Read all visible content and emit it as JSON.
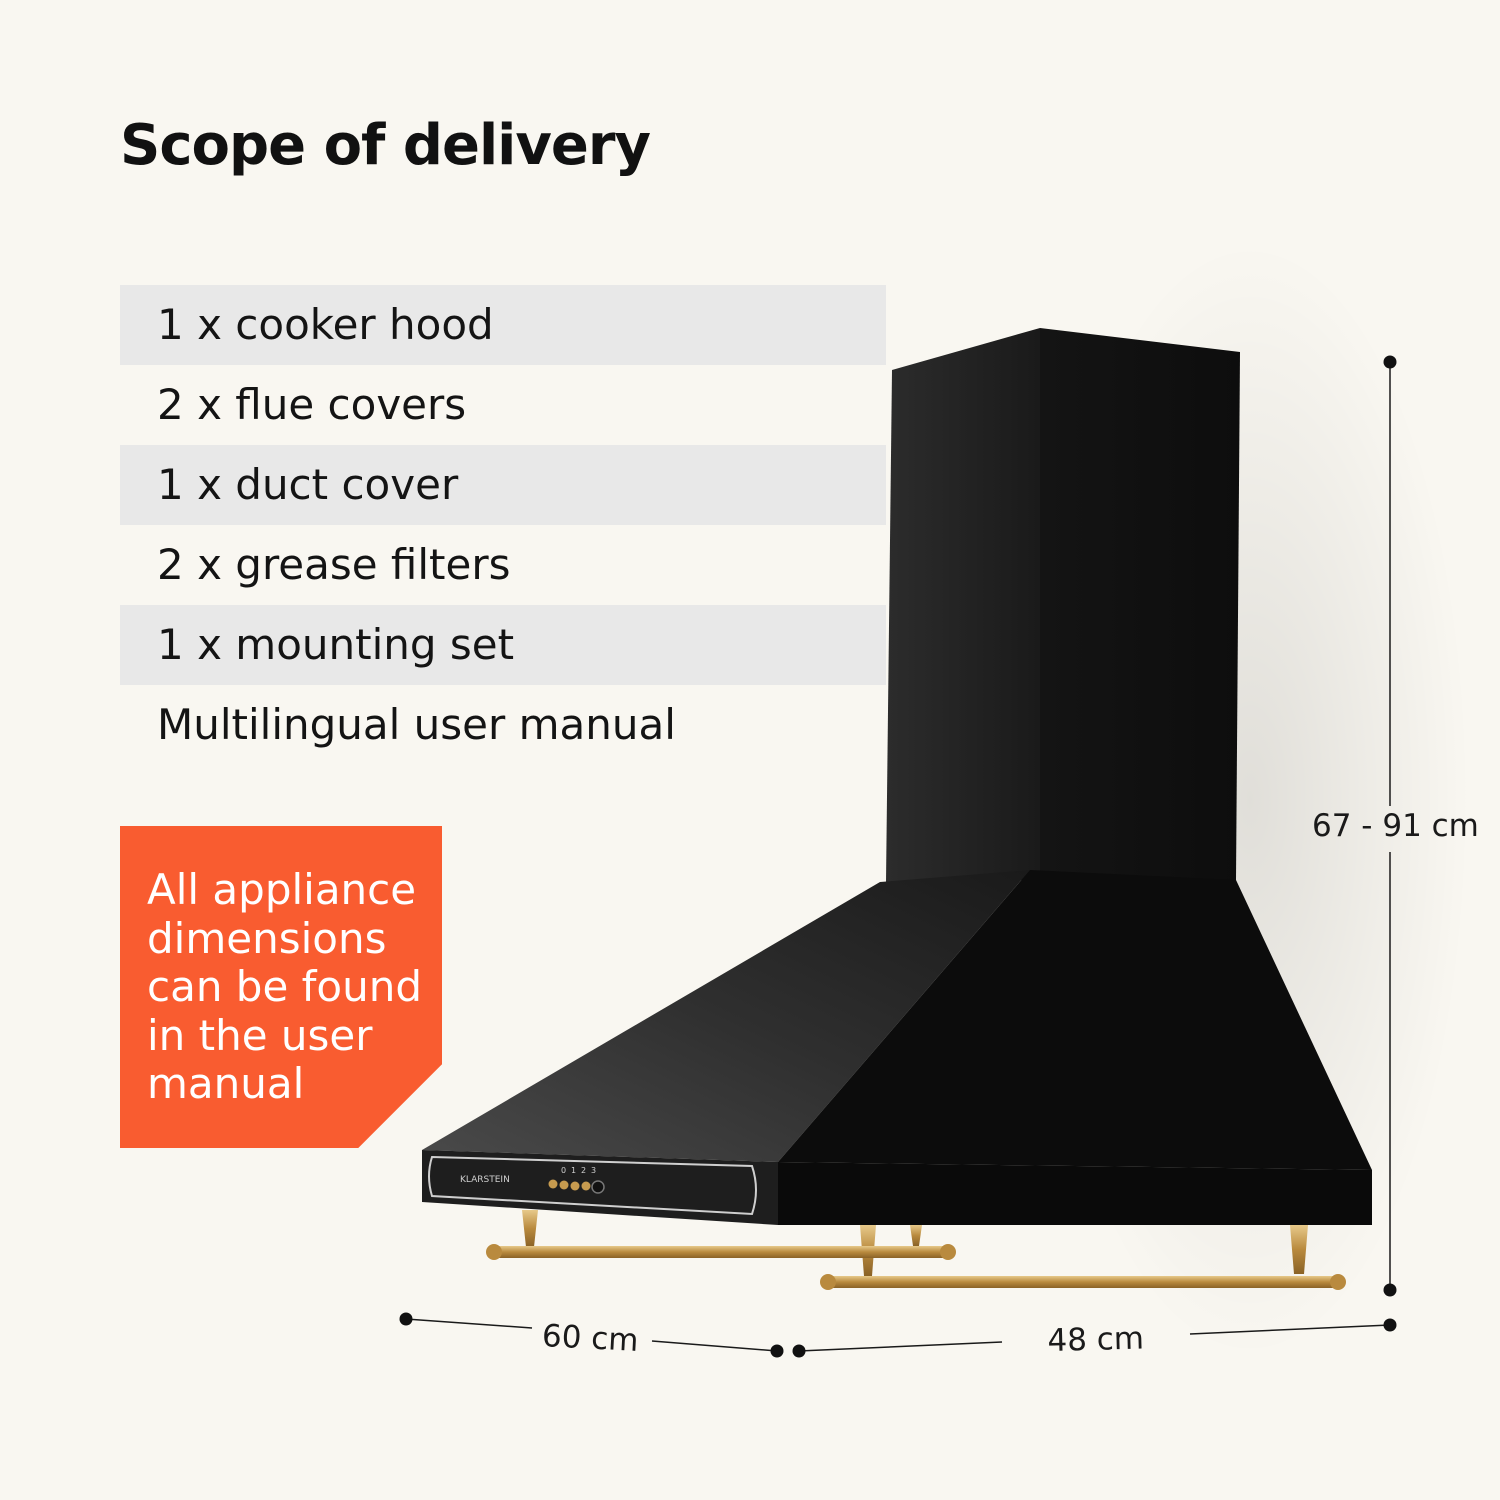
{
  "title": "Scope of delivery",
  "items": [
    "1 x cooker hood",
    "2 x flue covers",
    "1 x duct cover",
    "2 x grease filters",
    "1 x mounting set",
    "Multilingual user manual"
  ],
  "note": "All appliance dimensions can be found in the user manual",
  "brand": "KLARSTEIN",
  "panel_labels": [
    "0",
    "1",
    "2",
    "3"
  ],
  "dimensions": {
    "height": "67 - 91 cm",
    "width": "60 cm",
    "depth": "48 cm"
  },
  "colors": {
    "background": "#f9f7f1",
    "stripe": "#e8e8e8",
    "accent": "#f95c30",
    "hood": "#121212",
    "rail": "#c79b4f"
  }
}
